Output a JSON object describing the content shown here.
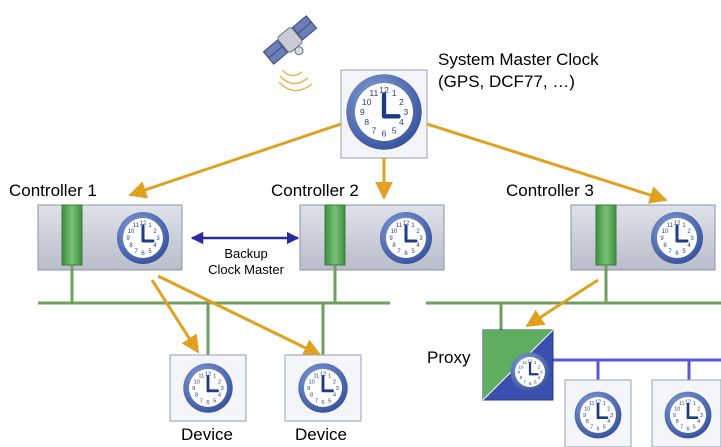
{
  "diagram": {
    "master": {
      "label_line1": "System Master Clock",
      "label_line2": "(GPS, DCF77, …)"
    },
    "controllers": [
      {
        "label": "Controller 1"
      },
      {
        "label": "Controller 2"
      },
      {
        "label": "Controller 3"
      }
    ],
    "backup": {
      "line1": "Backup",
      "line2": "Clock Master"
    },
    "proxy": {
      "label": "Proxy"
    },
    "devices": [
      {
        "label": "Device"
      },
      {
        "label": "Device"
      }
    ],
    "colors": {
      "bus": "#6f9f5f",
      "bus_blue": "#5a5ad2",
      "sync_arrow": "#e0a020",
      "backup_arrow": "#2a2aa0",
      "controller_body": "#c8ccd8",
      "module_green": "#5faa5f",
      "clock_face": "#4a64a8",
      "device_box": "#f4f5f8"
    }
  }
}
